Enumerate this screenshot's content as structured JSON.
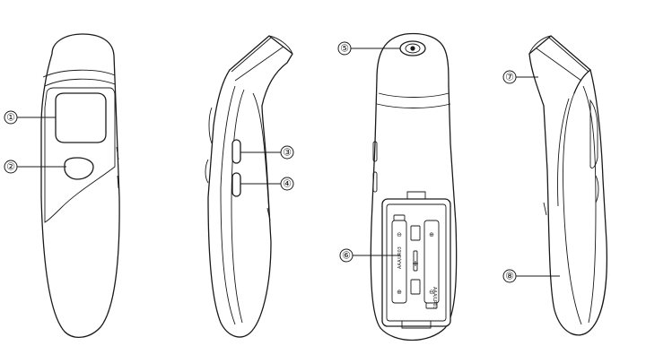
{
  "callouts": [
    {
      "id": "1",
      "label": "①"
    },
    {
      "id": "2",
      "label": "②"
    },
    {
      "id": "3",
      "label": "③"
    },
    {
      "id": "4",
      "label": "④"
    },
    {
      "id": "5",
      "label": "⑤"
    },
    {
      "id": "6",
      "label": "⑥"
    },
    {
      "id": "7",
      "label": "⑦"
    },
    {
      "id": "8",
      "label": "⑧"
    }
  ],
  "battery": {
    "cell_top": "AAA/LR03",
    "cell_bottom": "AAA/LR03",
    "plus": "⊕",
    "minus": "⊖"
  },
  "icons": [
    "thermometer-front-view",
    "thermometer-left-view",
    "thermometer-back-view",
    "thermometer-right-view",
    "battery-compartment",
    "infrared-sensor-lens"
  ]
}
